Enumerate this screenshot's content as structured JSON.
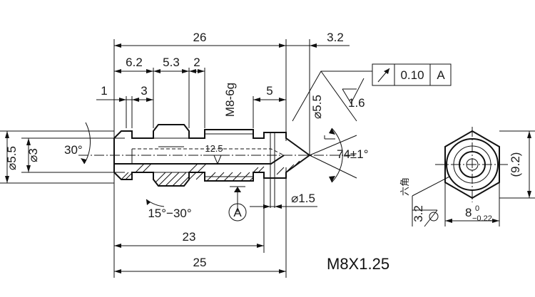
{
  "drawing": {
    "thread_spec": "M8X1.25",
    "overall_length_upper": "26",
    "tip_length": "3.2",
    "dim_6_2": "6.2",
    "dim_5_3": "5.3",
    "dim_2": "2",
    "dim_1": "1",
    "dim_3": "3",
    "dim_5": "5",
    "thread_label": "M8-6g",
    "dia_5_5_tip": "⌀5.5",
    "roughness": "1.6",
    "tolerance_value": "0.10",
    "tolerance_datum": "A",
    "angle_30": "30°",
    "angle_74": "74±1°",
    "angle_15_30": "15°−30°",
    "dia_5_5_left": "⌀5.5",
    "dia_3_left": "⌀3",
    "dim_12_5": "12.5",
    "dia_1_5": "⌀1.5",
    "datum_a": "A",
    "length_23": "23",
    "length_25": "25",
    "hex_height": "(9.2)",
    "hex_width_main": "8",
    "hex_width_upper": "0",
    "hex_width_lower": "−0.22",
    "hex_roughness": "3.2",
    "hex_label": "六角"
  }
}
